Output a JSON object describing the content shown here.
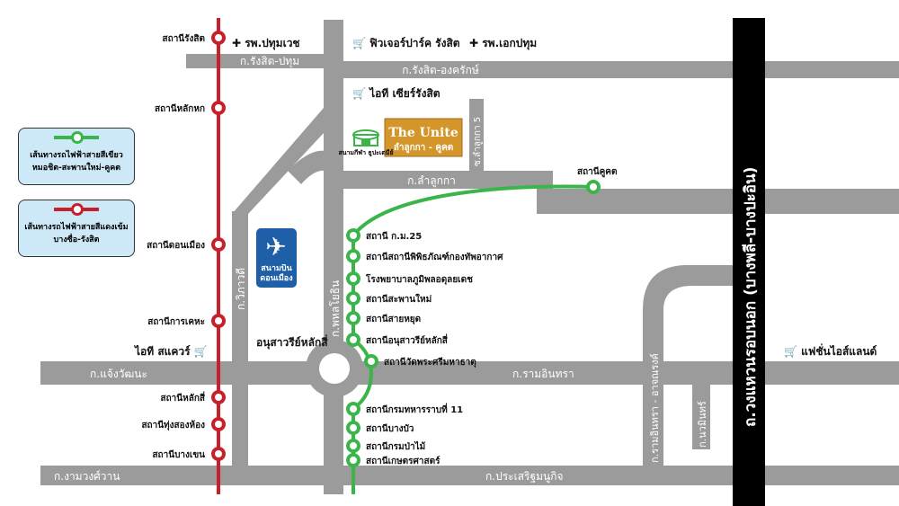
{
  "colors": {
    "road": "#9b9b9b",
    "red_line": "#c8202a",
    "green_line": "#3bb54a",
    "highway": "#000000",
    "unite_box": "#d4952a",
    "airport": "#1f5fa8",
    "legend_bg": "#cde9f7"
  },
  "roads": {
    "rangsit_pathum": "ก.รังสิต-ปทุม",
    "rangsit_ongkharak": "ก.รังสิต-องครักษ์",
    "lamlukka": "ก.ลำลูกกา",
    "soi_lamlukka5": "ซ.ลำลูกกา 5",
    "vibhavadi": "ก.วิภาวดี",
    "phahonyothin": "ก.พหลโยธิน",
    "chaengwattana": "ก.แจ้งวัฒนะ",
    "ramintra": "ก.รามอินทรา",
    "ngamwongwan": "ก.งามวงศ์วาน",
    "prasertmanukit": "ก.ประเสริฐมนูกิจ",
    "ramintra_artnarong": "ก.รามอินทรา - อาจณรงค์",
    "nawamin": "ก.นวมินทร์",
    "outer_ring": "ถ.วงแหวนรอบนอก (บางพลี-บางปะอิน)"
  },
  "red_stations": [
    "สถานีรังสิต",
    "สถานีหลักหก",
    "สถานีดอนเมือง",
    "สถานีการเคหะ",
    "สถานีหลักสี่",
    "สถานีทุ่งสองห้อง",
    "สถานีบางเขน"
  ],
  "green_stations": [
    "สถานี ก.ม.25",
    "สถานีสถานีพิพิธภัณฑ์กองทัพอากาศ",
    "โรงพยาบาลภูมิพลอดุลยเดช",
    "สถานีสะพานใหม่",
    "สถานีสายหยุด",
    "สถานีอนุสาวรีย์หลักสี่",
    "สถานีวัดพระศรีมหาธาตุ",
    "สถานีกรมทหารราบที่ 11",
    "สถานีบางบัว",
    "สถานีกรมป่าไม้",
    "สถานีเกษตรศาสตร์"
  ],
  "khu_khot": "สถานีคูคต",
  "pois": {
    "pathumvech": "รพ.ปทุมเวช",
    "future_park": "ฟิวเจอร์ปาร์ค รังสิต",
    "ekpathum": "รพ.เอกปทุม",
    "it_square_rangsit": "ไอที เซียร์รังสิต",
    "stadium": "สนามกีฬา ธูปะเตมีย์",
    "it_square": "ไอที สแควร์",
    "fashion_island": "แฟชั่นไอส์แลนด์",
    "monument": "อนุสาวรีย์หลักสี่",
    "airport": "สนามบิน ดอนเมือง"
  },
  "project": {
    "name": "The Unite",
    "sub": "ลำลูกกา - คูคต"
  },
  "legend": [
    {
      "line1": "เส้นทางรถไฟฟ้าสายสีเขียว",
      "line2": "หมอชิต-สะพานใหม่-คูคต"
    },
    {
      "line1": "เส้นทางรถไฟฟ้าสายสีแดงเข้ม",
      "line2": "บางซื่อ-รังสิต"
    }
  ]
}
